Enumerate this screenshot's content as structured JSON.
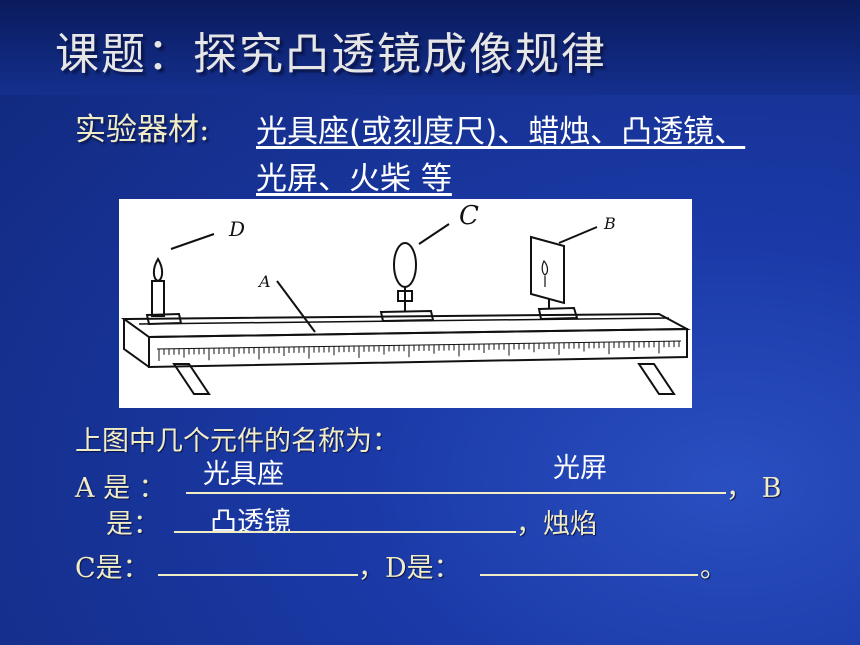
{
  "slide": {
    "title": "课题：探究凸透镜成像规律",
    "materials_label": "实验器材:",
    "materials_line1": "光具座(或刻度尺)、蜡烛、凸透镜、",
    "materials_line2": "光屏、火柴 等"
  },
  "figure": {
    "labels": {
      "a": "A",
      "b": "B",
      "c": "C",
      "d": "D"
    }
  },
  "question": {
    "intro": "上图中几个元件的名称为：",
    "a_prefix": "A 是 ：",
    "a_answer": "光具座",
    "b_answer": "光屏",
    "b_suffix": "， B",
    "b_prefix": "是：",
    "c_answer": "凸透镜",
    "c_suffix": "，烛焰",
    "c_prefix": "C是：",
    "d_prefix": "，D是：",
    "end": "。"
  },
  "colors": {
    "background": "#1b3aa8",
    "title_text": "#e6e6e6",
    "label_text": "#f0ecc6",
    "answer_text": "#ffffff"
  }
}
